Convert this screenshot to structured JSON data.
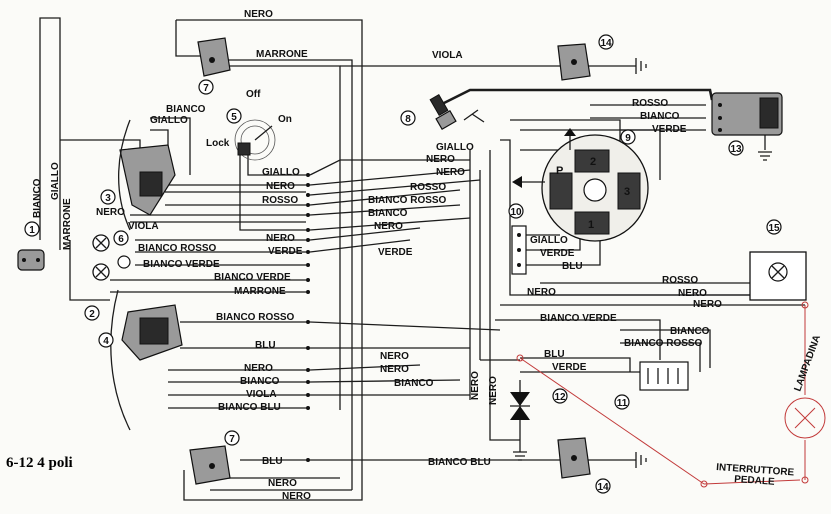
{
  "caption": "6-12 4 poli",
  "switch_positions": {
    "off": "Off",
    "on": "On",
    "lock": "Lock"
  },
  "component_numbers": [
    "1",
    "2",
    "3",
    "4",
    "5",
    "6",
    "7",
    "7",
    "8",
    "9",
    "10",
    "11",
    "12",
    "13",
    "14",
    "14",
    "15"
  ],
  "wire_labels": {
    "nero_top": "NERO",
    "marrone_top": "MARRONE",
    "viola_top": "VIOLA",
    "bianco_left": "BIANCO",
    "giallo_left": "GIALLO",
    "bianco_vert": "BIANCO",
    "giallo_vert": "GIALLO",
    "marrone_vert": "MARRONE",
    "nero_l": "NERO",
    "viola_l": "VIOLA",
    "bianco_rosso_l": "BIANCO ROSSO",
    "bianco_verde_l": "BIANCO VERDE",
    "giallo_c": "GIALLO",
    "nero_c": "NERO",
    "rosso_c": "ROSSO",
    "nero_c2": "NERO",
    "verde_c": "VERDE",
    "bianco_verde_c": "BIANCO VERDE",
    "marrone_c": "MARRONE",
    "bianco_rosso_c": "BIANCO ROSSO",
    "blu_c": "BLU",
    "nero_c3": "NERO",
    "bianco_c": "BIANCO",
    "viola_c": "VIOLA",
    "bianco_blu_c": "BIANCO BLU",
    "giallo_m": "GIALLO",
    "nero_m1": "NERO",
    "nero_m2": "NERO",
    "rosso_m": "ROSSO",
    "bianco_rosso_m": "BIANCO ROSSO",
    "bianco_m": "BIANCO",
    "nero_m3": "NERO",
    "verde_m": "VERDE",
    "nero_m4": "NERO",
    "nero_m5": "NERO",
    "bianco_m2": "BIANCO",
    "rosso_r": "ROSSO",
    "bianco_r": "BIANCO",
    "verde_r": "VERDE",
    "giallo_r": "GIALLO",
    "verde_r2": "VERDE",
    "blu_r": "BLU",
    "rosso_r2": "ROSSO",
    "nero_r1": "NERO",
    "nero_r2": "NERO",
    "nero_r3": "NERO",
    "bianco_verde_r": "BIANCO VERDE",
    "bianco_r2": "BIANCO",
    "bianco_rosso_r": "BIANCO ROSSO",
    "blu_r2": "BLU",
    "verde_r3": "VERDE",
    "nero_vert_r": "NERO",
    "nero_vert_r2": "NERO",
    "blu_bot": "BLU",
    "nero_bot1": "NERO",
    "nero_bot2": "NERO",
    "bianco_blu_bot": "BIANCO BLU"
  },
  "stator_labels": {
    "p": "P",
    "c2": "2",
    "c3": "3",
    "c1": "1"
  },
  "added_labels": {
    "lampadina": "LAMPADINA",
    "interruttore": "INTERRUTTORE",
    "pedale": "PEDALE"
  },
  "colors": {
    "wire": "#1c1c1c",
    "added_wiring": "#c23a3a",
    "background": "#fbfbf8"
  }
}
